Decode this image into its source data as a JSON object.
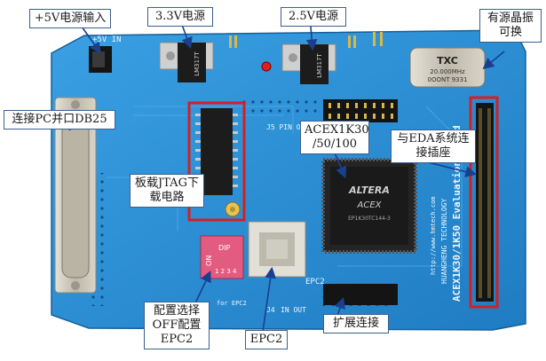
{
  "callouts": {
    "power_input": "+5V电源输入",
    "reg_3v3": "3.3V电源",
    "reg_2v5": "2.5V电源",
    "crystal_swap": [
      "有源晶振",
      "可换"
    ],
    "parallel_port": "连接PC并口DB25",
    "acex_fpga": [
      "ACEX1K30",
      "/50/100"
    ],
    "eda_socket": [
      "与EDA系统连",
      "接插座"
    ],
    "jtag_circuit": [
      "板载JTAG下",
      "载电路"
    ],
    "config_select": [
      "配置选择",
      "OFF配置",
      "EPC2"
    ],
    "epc2": "EPC2",
    "expansion": "扩展连接"
  },
  "silkscreen": {
    "plus5v_in": "+5V IN",
    "reg_part_a": "LM317T",
    "reg_part_b": "LM317T",
    "txc_brand": "TXC",
    "txc_freq": "20.000MHz",
    "txc_code": "0OONT 9331",
    "j5_label": "J5 PIN O",
    "fpga_brand": "ALTERA",
    "fpga_family": "ACEX",
    "fpga_part": "EP1K30TC144-3",
    "epc2_label": "EPC2",
    "for_epc2": "for EPC2",
    "j4_label": "J4",
    "in_out": "IN OUT",
    "dip_on": "ON",
    "dip_word": "DIP",
    "dip_nums": "1 2 3 4",
    "board_title": "ACEX1K30/1K50 Evaluation Board",
    "maker": "HUANGHENG TECHNOLOGY",
    "url": "http://www.hmtech.com"
  },
  "colors": {
    "pcb": "#2a8fd6",
    "pcb_dark": "#1f74b8",
    "highlight_box": "#d42020",
    "arrow": "#1b3f8f",
    "connector_metal": "#c9c5b8",
    "chip_black": "#1c1c1c"
  }
}
